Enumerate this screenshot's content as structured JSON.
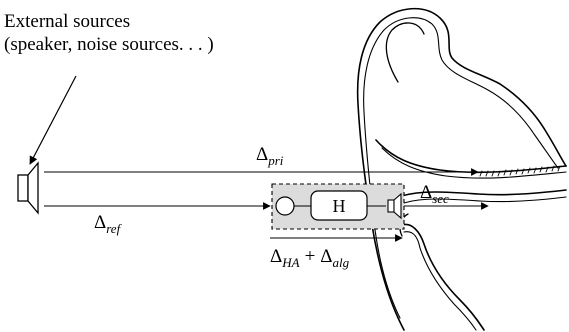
{
  "external_sources": {
    "line1": "External sources",
    "line2": "(speaker, noise sources. . . )"
  },
  "paths": {
    "primary": {
      "symbol": "Δ",
      "subscript": "pri"
    },
    "reference": {
      "symbol": "Δ",
      "subscript": "ref"
    },
    "secondary": {
      "symbol": "Δ",
      "subscript": "sec"
    },
    "hearing_aid": {
      "symbol1": "Δ",
      "subscript1": "HA",
      "plus": "+",
      "symbol2": "Δ",
      "subscript2": "alg"
    }
  },
  "processor": {
    "label": "H"
  },
  "colors": {
    "ink": "#000000",
    "device_fill": "#dcdcdc",
    "ear_fill": "#ffffff"
  }
}
